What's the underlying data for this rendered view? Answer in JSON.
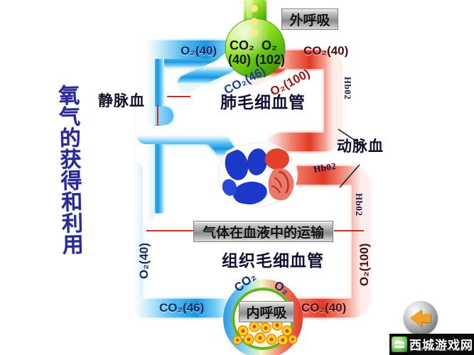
{
  "meta": {
    "title": "氧气的获得和利用",
    "background_color": "#ffffff"
  },
  "vertical_title": {
    "text": "氧气的获得和利用",
    "color": "#2a2a96"
  },
  "plates": {
    "external_respiration": "外呼吸",
    "gas_transport": "气体在血液中的运输",
    "internal_respiration": "内呼吸"
  },
  "headings": {
    "pulmonary_capillary": "肺毛细血管",
    "tissue_capillary": "组织毛细血管",
    "venous_blood": "静脉血",
    "arterial_blood": "动脉血"
  },
  "flask": {
    "gas_left": "CO₂",
    "gas_right": "O₂",
    "value_left": "(40)",
    "value_right": "(102)",
    "fill_color": "#6fcc1c"
  },
  "gas_labels": {
    "top_blue_o2": {
      "text": "O₂(40)",
      "color": "#102a63"
    },
    "top_red_co2": {
      "text": "CO₂(40)",
      "color": "#4a0d0d"
    },
    "diag_blue_co2": {
      "text": "CO₂(46)",
      "color": "#1d3f8c"
    },
    "diag_red_o2": {
      "text": "O₂(100)",
      "color": "#a01414"
    },
    "left_vert_o2": {
      "text": "O₂(40)",
      "color": "#102a63"
    },
    "right_vert_o2": {
      "text": "O₂(100)",
      "color": "#4a0d0d"
    },
    "bottom_blue_co2": {
      "text": "CO₂(46)",
      "color": "#102a63"
    },
    "bottom_red_co2": {
      "text": "CO₂(40)",
      "color": "#4a0d0d"
    },
    "tissue_co2": {
      "text": "CO₂",
      "color": "#10306e"
    },
    "tissue_o2": {
      "text": "O₂",
      "color": "#10306e"
    }
  },
  "hb_labels": {
    "upper_right": "Hb02",
    "mid_right": "Hb02",
    "lower_right": "Hb02"
  },
  "colors": {
    "vein_blue": "#2aa6e8",
    "artery_red": "#e8422f",
    "flask_green": "#6fcc1c",
    "leader_line": "#b5352a",
    "heart_blue": "#1438c8",
    "heart_red": "#e03a2c"
  },
  "watermark": {
    "name": "西城游戏网",
    "pinyin": "XICHENGYOUXIWANG"
  }
}
